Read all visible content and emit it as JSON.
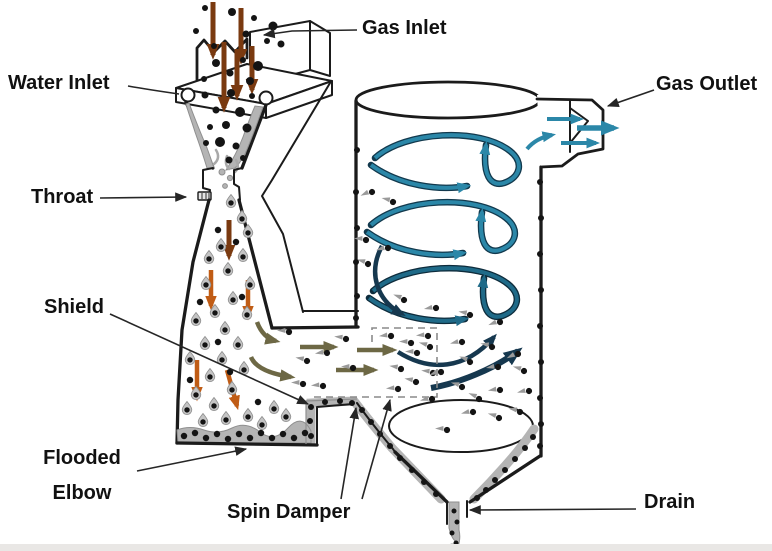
{
  "labels": {
    "gas_inlet": "Gas Inlet",
    "water_inlet": "Water Inlet",
    "throat": "Throat",
    "shield": "Shield",
    "flooded_line1": "Flooded",
    "flooded_line2": "Elbow",
    "spin_damper": "Spin Damper",
    "drain": "Drain",
    "gas_outlet": "Gas Outlet"
  },
  "colors": {
    "line": "#1b1b1b",
    "label_text": "#111111",
    "arrow_brown": "#7a3a10",
    "arrow_orange": "#c05c15",
    "arrow_olive": "#6d6845",
    "swirl_teal": "#2b87a8",
    "swirl_teal_dark": "#1f6a88",
    "swirl_navy": "#16384f",
    "water_gray": "#b4b4b4",
    "water_edge": "#8f8f8f",
    "particle_black": "#141414",
    "tail_gray": "#9a9a9a",
    "dashed_box": "#8a8a8a",
    "background": "#ffffff",
    "page_edge": "#e9e7e5"
  }
}
